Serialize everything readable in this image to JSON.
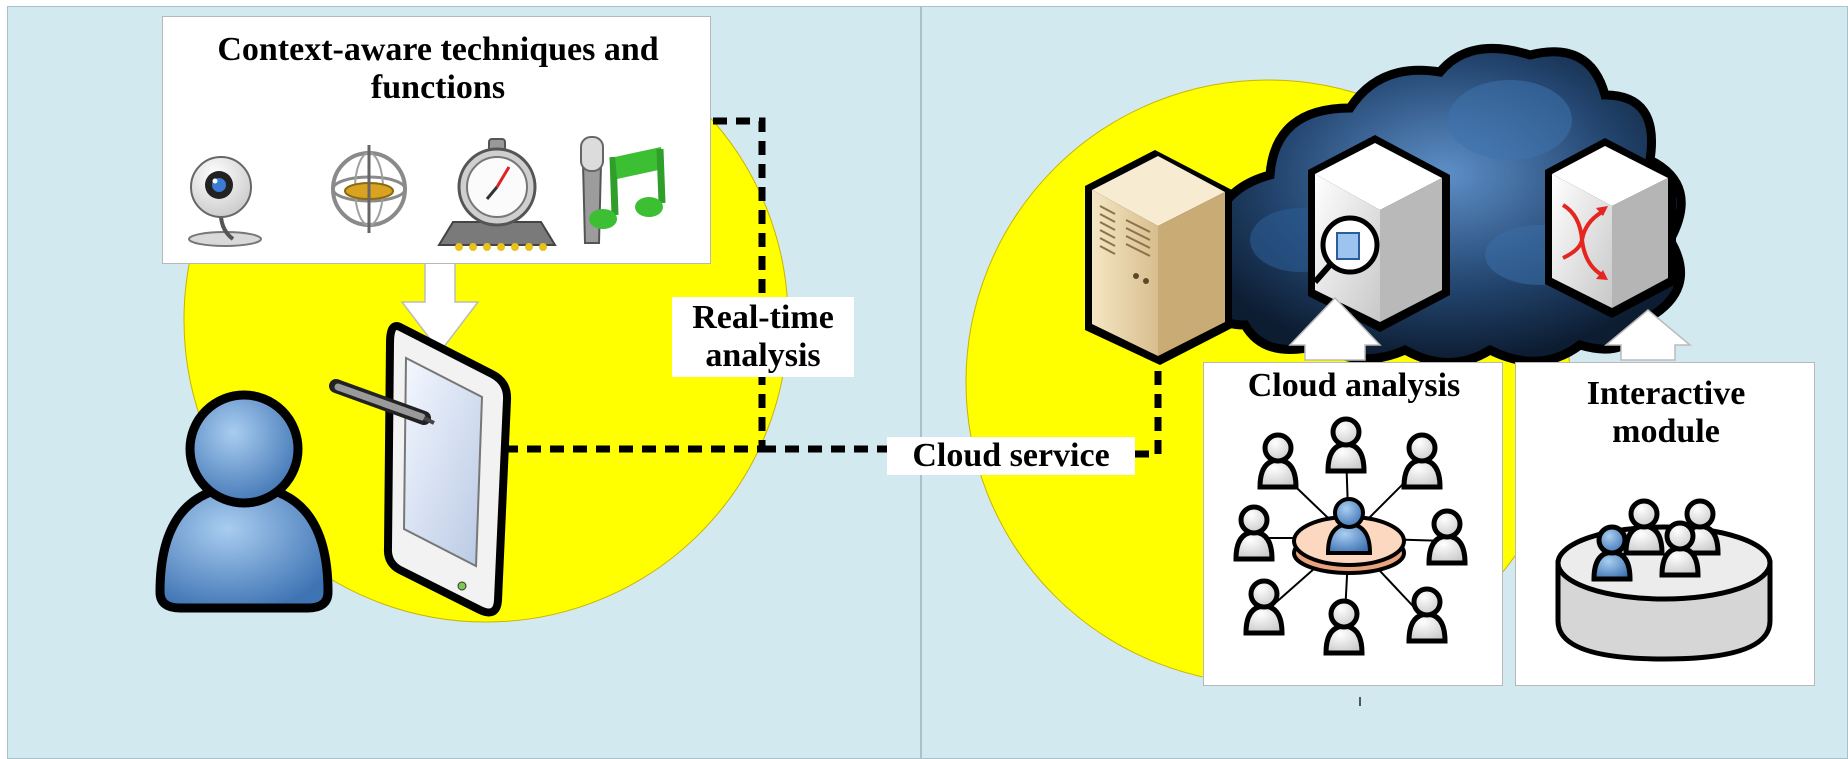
{
  "labels": {
    "context_box": "Context-aware techniques and functions",
    "realtime": "Real-time analysis",
    "cloud_service": "Cloud service",
    "cloud_analysis": "Cloud analysis",
    "interactive": "Interactive module"
  },
  "icons": {
    "context_functions": [
      "webcam-icon",
      "gyroscope-icon",
      "stopwatch-icon",
      "microphone-music-icon"
    ],
    "cloud_devices": [
      "server-tower-icon",
      "magnifier-appliance-icon",
      "network-switch-icon"
    ]
  },
  "colors": {
    "background_panel": "#d2e9ef",
    "circle_fill": "#ffff00",
    "user_blue": "#4f86c6",
    "cloud_dark": "#10233d",
    "dashed_connector": "#000000"
  }
}
